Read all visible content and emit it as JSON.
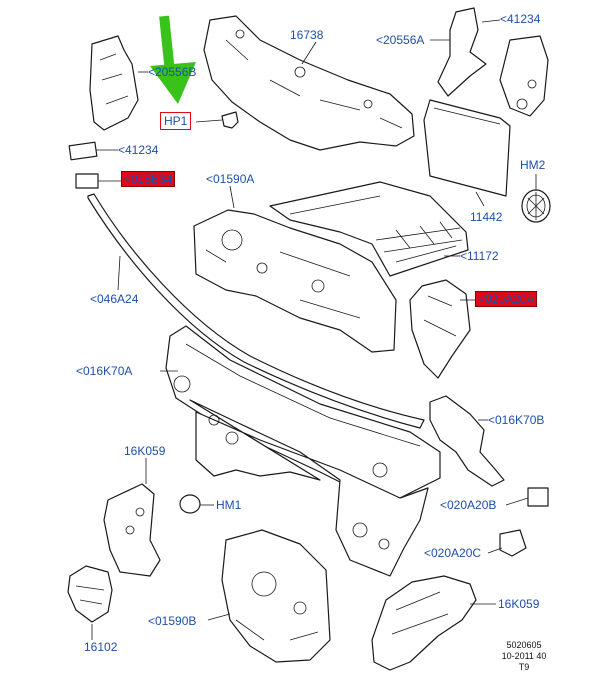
{
  "colors": {
    "label": "#1f4fa8",
    "highlight": "#e30613",
    "arrow": "#39c21a",
    "line": "#1a1a1a"
  },
  "icons": {
    "pointer": "green-arrow-icon"
  },
  "labels": {
    "p20556b": "<20556B",
    "hp1": "HP1",
    "p16738": "16738",
    "p20556a": "<20556A",
    "p41234_top": "<41234",
    "p41234_left": "<41234",
    "p018b34": "<018B34",
    "p01590a": "<01590A",
    "hm2": "HM2",
    "p11442": "11442",
    "p11172": "<11172",
    "p046a24": "<046A24",
    "p020a20a": "<020A20A",
    "p016k70a": "<016K70A",
    "p016k70b": "<016K70B",
    "p16k059_left": "16K059",
    "hm1": "HM1",
    "p020a20b": "<020A20B",
    "p020a20c": "<020A20C",
    "p01590b": "<01590B",
    "p16k059_right": "16K059",
    "p16102": "16102"
  },
  "reference": {
    "line1": "5020605",
    "line2": "10-2011 40",
    "line3": "T9"
  }
}
